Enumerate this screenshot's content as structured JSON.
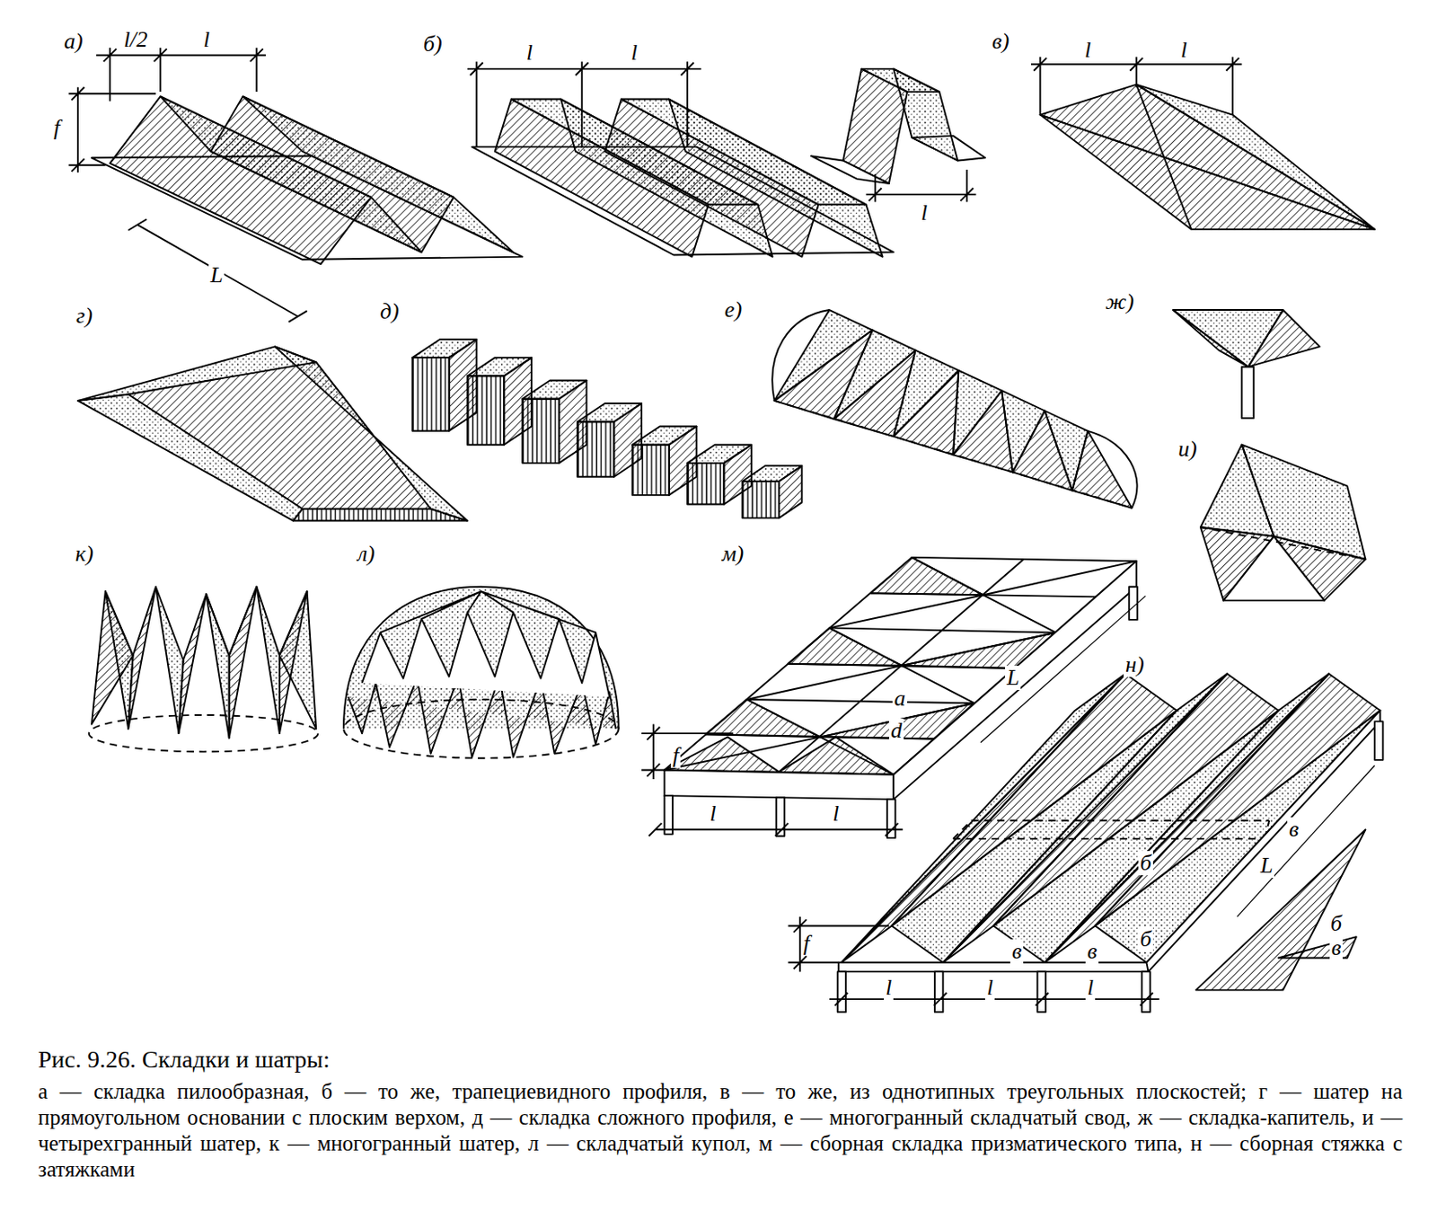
{
  "diagram": {
    "title": "Рис. 9.26. Складки и шатры:",
    "caption": "а — складка пилообразная, б — то же, трапециевидного профиля, в — то же, из однотипных треугольных плоскостей; г — шатер на прямоугольном основании с плоским верхом, д — складка сложного профиля, е — многогранный складчатый свод, ж — складка-капитель, и — четырехгранный шатер, к — многогранный шатер, л — складчатый купол, м — сборная складка призматического типа, н — сборная стяжка с затяжками",
    "labels": [
      "а)",
      "l/2",
      "l",
      "f",
      "б)",
      "l",
      "l",
      "в)",
      "l",
      "l",
      "l",
      "L",
      "г)",
      "д)",
      "е)",
      "ж)",
      "и)",
      "к)",
      "л)",
      "м)",
      "н)",
      "L",
      "a",
      "d",
      "f",
      "l",
      "l",
      "в",
      "L",
      "б",
      "б",
      "б",
      "в",
      "f",
      "в",
      "в",
      "l",
      "l",
      "l"
    ]
  }
}
